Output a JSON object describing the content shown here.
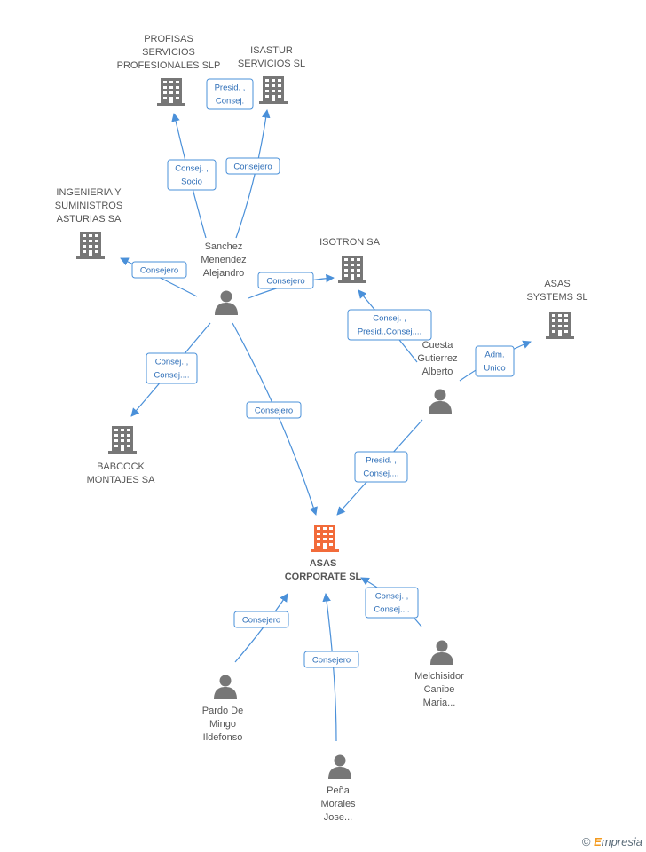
{
  "colors": {
    "edge": "#4a90d9",
    "node": "#777777",
    "highlight": "#f26b3a",
    "label_border": "#4a90d9"
  },
  "nodes": [
    {
      "id": "profisas",
      "type": "company",
      "label": [
        "PROFISAS",
        "SERVICIOS",
        "PROFESIONALES SLP"
      ]
    },
    {
      "id": "isastur",
      "type": "company",
      "label": [
        "ISASTUR",
        "SERVICIOS SL"
      ]
    },
    {
      "id": "ingenieria",
      "type": "company",
      "label": [
        "INGENIERIA Y",
        "SUMINISTROS",
        "ASTURIAS SA"
      ]
    },
    {
      "id": "isotron",
      "type": "company",
      "label": [
        "ISOTRON SA"
      ]
    },
    {
      "id": "asas_systems",
      "type": "company",
      "label": [
        "ASAS",
        "SYSTEMS SL"
      ]
    },
    {
      "id": "babcock",
      "type": "company",
      "label": [
        "BABCOCK",
        "MONTAJES SA"
      ]
    },
    {
      "id": "asas_corporate",
      "type": "company",
      "highlight": true,
      "label": [
        "ASAS",
        "CORPORATE SL"
      ]
    },
    {
      "id": "sanchez",
      "type": "person",
      "label": [
        "Sanchez",
        "Menendez",
        "Alejandro"
      ]
    },
    {
      "id": "cuesta",
      "type": "person",
      "label": [
        "Cuesta",
        "Gutierrez",
        "Alberto"
      ]
    },
    {
      "id": "pardo",
      "type": "person",
      "label": [
        "Pardo De",
        "Mingo",
        "Ildefonso"
      ]
    },
    {
      "id": "pena",
      "type": "person",
      "label": [
        "Peña",
        "Morales",
        "Jose..."
      ]
    },
    {
      "id": "melchisidor",
      "type": "person",
      "label": [
        "Melchisidor",
        "Canibe",
        "Maria..."
      ]
    }
  ],
  "edges": [
    {
      "from": "sanchez",
      "to": "profisas",
      "label": [
        "Consej. ,",
        "Socio"
      ]
    },
    {
      "from": "sanchez",
      "to": "isastur",
      "label": [
        "Consejero"
      ]
    },
    {
      "from": "sanchez",
      "to": "isastur",
      "label": [
        "Presid. ,",
        "Consej."
      ]
    },
    {
      "from": "sanchez",
      "to": "ingenieria",
      "label": [
        "Consejero"
      ]
    },
    {
      "from": "sanchez",
      "to": "isotron",
      "label": [
        "Consejero"
      ]
    },
    {
      "from": "sanchez",
      "to": "babcock",
      "label": [
        "Consej. ,",
        "Consej...."
      ]
    },
    {
      "from": "sanchez",
      "to": "asas_corporate",
      "label": [
        "Consejero"
      ]
    },
    {
      "from": "cuesta",
      "to": "isotron",
      "label": [
        "Consej. ,",
        "Presid.,Consej...."
      ]
    },
    {
      "from": "cuesta",
      "to": "asas_systems",
      "label": [
        "Adm.",
        "Unico"
      ]
    },
    {
      "from": "cuesta",
      "to": "asas_corporate",
      "label": [
        "Presid. ,",
        "Consej...."
      ]
    },
    {
      "from": "pardo",
      "to": "asas_corporate",
      "label": [
        "Consejero"
      ]
    },
    {
      "from": "pena",
      "to": "asas_corporate",
      "label": [
        "Consejero"
      ]
    },
    {
      "from": "melchisidor",
      "to": "asas_corporate",
      "label": [
        "Consej. ,",
        "Consej...."
      ]
    }
  ],
  "footer": {
    "copyright": "©",
    "brand_first": "E",
    "brand_rest": "mpresia"
  }
}
